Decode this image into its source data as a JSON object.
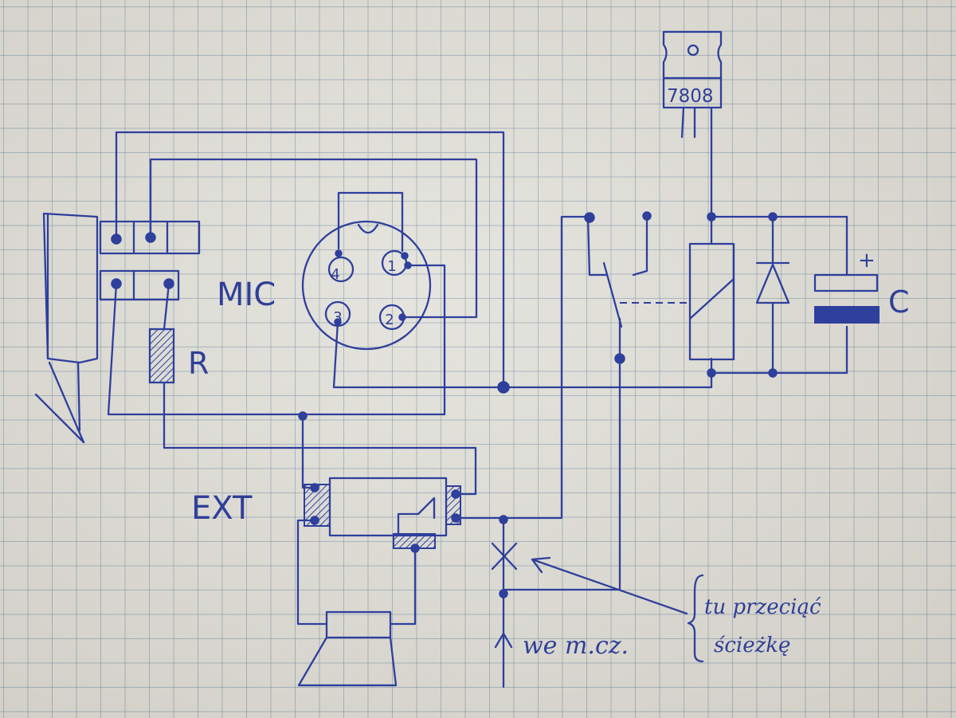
{
  "labels": {
    "mic": "MIC",
    "resistor": "R",
    "capacitor": "C",
    "capacitor_plus": "+",
    "ext": "EXT",
    "regulator": "7808",
    "pins": [
      "4",
      "1",
      "3",
      "2"
    ],
    "input": "we m.cz.",
    "cut_mark": "X",
    "note_line1": "tu przeciąć",
    "note_line2": "ścieżkę"
  }
}
